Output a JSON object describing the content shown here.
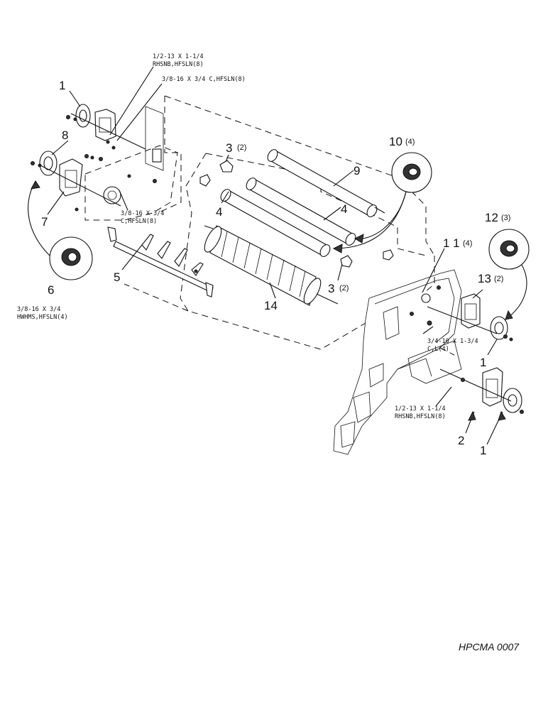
{
  "callouts": {
    "c1_top": "1",
    "c8": "8",
    "c7": "7",
    "c6": "6",
    "c5": "5",
    "c3_top": "3",
    "c3_top_qty": "(2)",
    "c9": "9",
    "c10": "10",
    "c10_qty": "(4)",
    "c4_a": "4",
    "c4_b": "4",
    "c14": "14",
    "c3_bottom": "3",
    "c3_bottom_qty": "(2)",
    "c11": "1 1",
    "c11_qty": "(4)",
    "c12": "12",
    "c12_qty": "(3)",
    "c13": "13",
    "c13_qty": "(2)",
    "c1_right": "1",
    "c2": "2",
    "c1_bottom": "1"
  },
  "notes": {
    "bolt_top_l1": "1/2-13 X 1-1/4",
    "bolt_top_l2": "RHSNB,HFSLN(8)",
    "bolt_38_top": "3/8-16 X 3/4 C,HFSLN(8)",
    "bolt_38_mid_l1": "3/8-16 X 3/4",
    "bolt_38_mid_l2": "C,HFSLN(8)",
    "bolt_38_left_l1": "3/8-16 X 3/4",
    "bolt_38_left_l2": "HWHMS,HFSLN(4)",
    "bolt_34_l1": "3/4-10 X 1-3/4",
    "bolt_34_l2": "C,L(4)",
    "bolt_bot_l1": "1/2-13 X 1-1/4",
    "bolt_bot_l2": "RHSNB,HFSLN(8)"
  },
  "drawing_code": "HPCMA 0007"
}
